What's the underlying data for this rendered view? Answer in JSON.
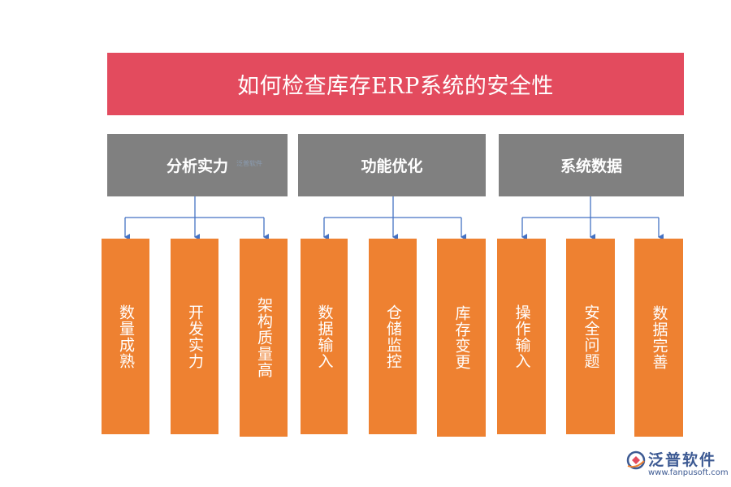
{
  "title": "如何检查库存ERP系统的安全性",
  "categories": [
    {
      "label": "分析实力",
      "items": [
        "数量成熟",
        "开发实力",
        "架构质量高"
      ]
    },
    {
      "label": "功能优化",
      "items": [
        "数据输入",
        "仓储监控",
        "库存变更"
      ]
    },
    {
      "label": "系统数据",
      "items": [
        "操作输入",
        "安全问题",
        "数据完善"
      ]
    }
  ],
  "watermark": {
    "text": "泛普软件"
  },
  "logo": {
    "name": "泛普软件",
    "url": "www.fanpusoft.com"
  },
  "colors": {
    "title_bg": "#e34b5e",
    "category_bg": "#808080",
    "leaf_bg": "#ee8131",
    "connector": "#4472c4"
  }
}
